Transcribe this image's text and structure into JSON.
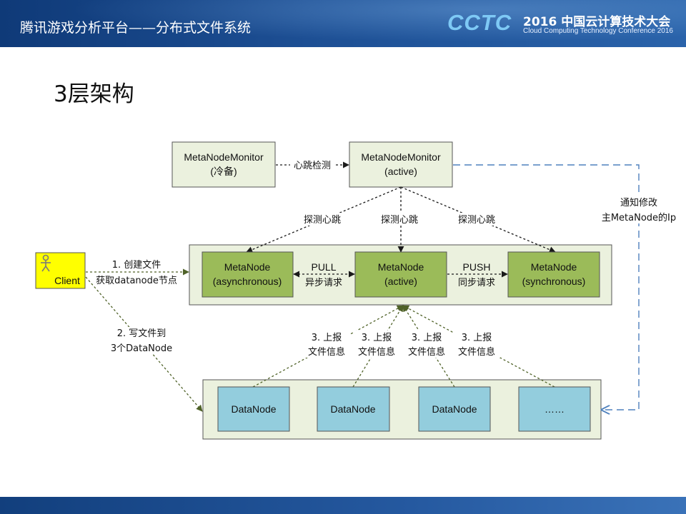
{
  "header": {
    "title": "腾讯游戏分析平台——分布式文件系统",
    "logo_mark": "CCTC",
    "logo_line1": "2016 中国云计算技术大会",
    "logo_line2": "Cloud Computing Technology Conference 2016"
  },
  "slide": {
    "title": "3层架构"
  },
  "diagram": {
    "monitor_cold": {
      "line1": "MetaNodeMonitor",
      "line2": "(冷备)"
    },
    "monitor_active": {
      "line1": "MetaNodeMonitor",
      "line2": "(active)"
    },
    "heartbeat_check": "心跳检测",
    "notify": {
      "line1": "通知修改",
      "line2": "主MetaNode的Ip"
    },
    "probe_labels": [
      "探测心跳",
      "探测心跳",
      "探测心跳"
    ],
    "metanode_async": {
      "line1": "MetaNode",
      "line2": "(asynchronous)"
    },
    "metanode_active": {
      "line1": "MetaNode",
      "line2": "(active)"
    },
    "metanode_sync": {
      "line1": "MetaNode",
      "line2": "(synchronous)"
    },
    "pull": {
      "line1": "PULL",
      "line2": "异步请求"
    },
    "push": {
      "line1": "PUSH",
      "line2": "同步请求"
    },
    "client": "Client",
    "step1": {
      "line1": "1. 创建文件",
      "line2": "获取datanode节点"
    },
    "step2": {
      "line1": "2. 写文件到",
      "line2": "3个DataNode"
    },
    "report_labels": [
      {
        "line1": "3. 上报",
        "line2": "文件信息"
      },
      {
        "line1": "3. 上报",
        "line2": "文件信息"
      },
      {
        "line1": "3. 上报",
        "line2": "文件信息"
      },
      {
        "line1": "3. 上报",
        "line2": "文件信息"
      }
    ],
    "datanodes": [
      "DataNode",
      "DataNode",
      "DataNode",
      "……"
    ],
    "colors": {
      "monitor_fill": "#ebf1de",
      "metanode_fill": "#9bbb59",
      "container_fill": "#ebf1de",
      "datanode_fill": "#93cddd",
      "client_fill": "#ffff00",
      "dashed_blue": "#4f81bd",
      "dotted_green": "#4f6228"
    }
  }
}
